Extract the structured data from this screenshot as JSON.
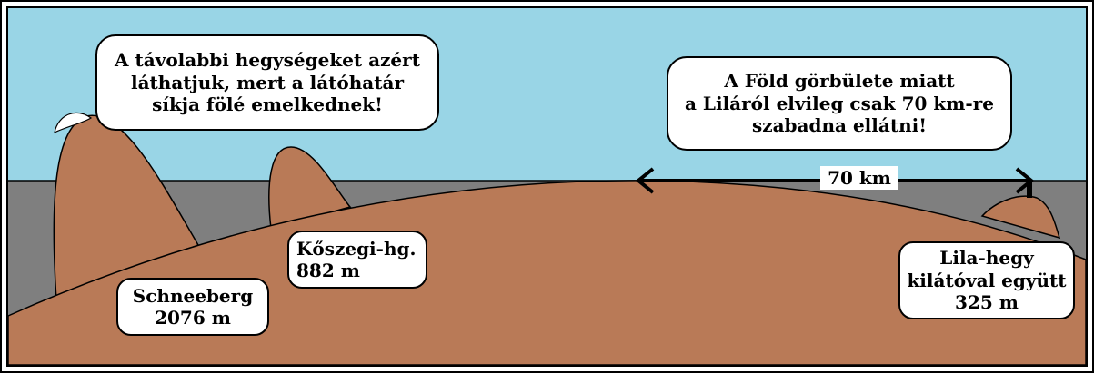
{
  "colors": {
    "sky": "#99d5e6",
    "below_horizon": "#7f7f7f",
    "terrain": "#b97a57",
    "snow": "#ffffff",
    "outline": "#000000"
  },
  "bubbles": {
    "visible_mountains": {
      "lines": [
        "A távolabbi hegységeket azért",
        "láthatjuk, mert a látóhatár",
        "síkja fölé emelkednek!"
      ]
    },
    "earth_curvature": {
      "lines": [
        "A Föld görbülete miatt",
        "a Liláról elvileg csak 70 km-re",
        "szabadna ellátni!"
      ]
    }
  },
  "distance_label": "70 km",
  "peaks": {
    "schneeberg": {
      "name": "Schneeberg",
      "height": "2076 m"
    },
    "koszegi": {
      "name": "Kőszegi-hg.",
      "height": "882 m"
    },
    "lila": {
      "name": "Lila-hegy",
      "detail": "kilátóval együtt",
      "height": "325 m"
    }
  }
}
